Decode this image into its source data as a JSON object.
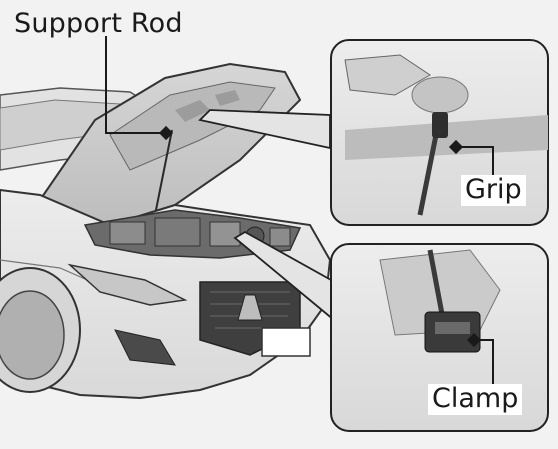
{
  "labels": {
    "support_rod": "Support Rod",
    "grip": "Grip",
    "clamp": "Clamp"
  },
  "colors": {
    "background": "#f2f2f2",
    "car_body": "#e9e9e9",
    "car_outline": "#333333",
    "engine_dark": "#5a5a5a",
    "callout_bg": "#e4e4e4",
    "callout_border": "#222222"
  }
}
